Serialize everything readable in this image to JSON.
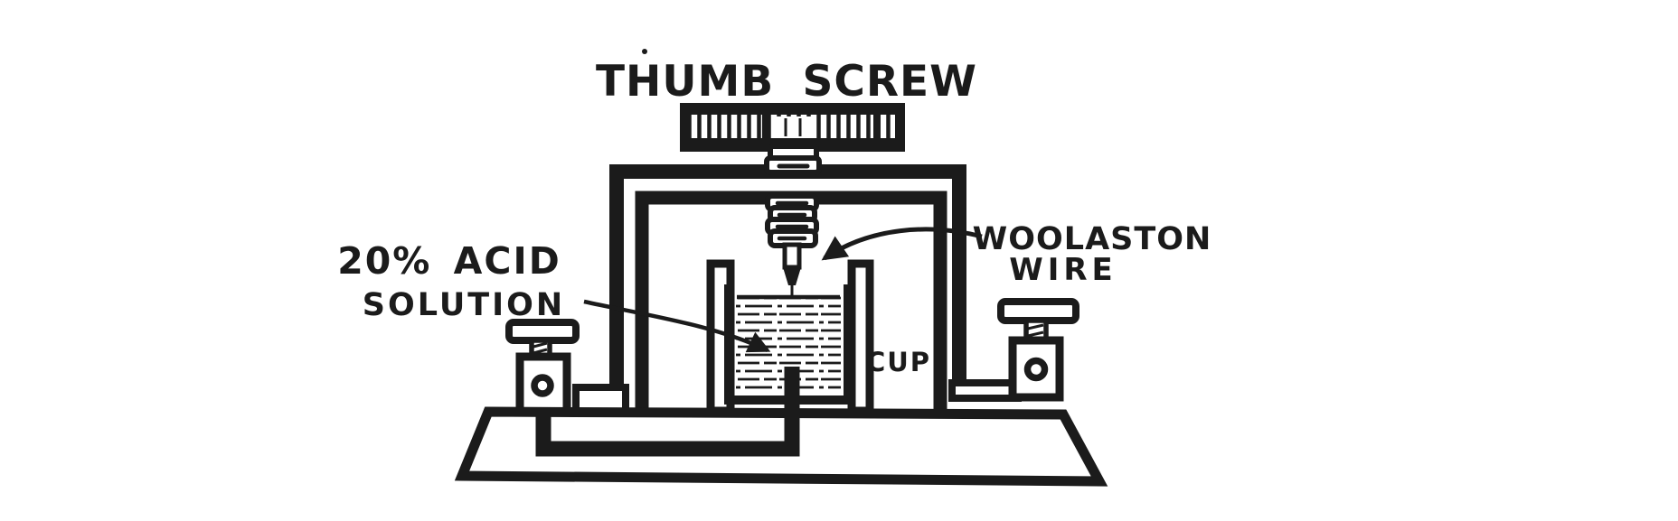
{
  "figure": {
    "type": "engraved-apparatus-diagram",
    "subject": "electrolytic detector with thumb screw adjustment, acid cup and Wollaston wire",
    "colors": {
      "ink": "#1b1b1b",
      "paper": "#ffffff"
    },
    "labels": {
      "thumb_screw": "THUMB SCREW",
      "acid_line1": "20% ACID",
      "acid_line2": "SOLUTION",
      "woolaston_line1": "WOOLASTON",
      "woolaston_line2": "WIRE",
      "cup": "CUP"
    },
    "callouts": [
      {
        "text": "THUMB SCREW",
        "points_to": "knurled-thumb-screw-wheel"
      },
      {
        "text": "20% ACID SOLUTION",
        "points_to": "liquid-inside-cup",
        "arrow": true
      },
      {
        "text": "WOOLASTON WIRE",
        "points_to": "fine-wire-tip-above-cup",
        "arrow": true
      },
      {
        "text": "CUP",
        "points_to": "cup-between-support-posts"
      }
    ]
  }
}
